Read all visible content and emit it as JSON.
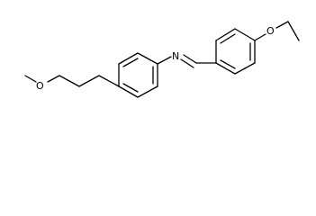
{
  "molecule": {
    "atoms": {
      "nitrogen": "N",
      "oxygen_ether_left": "O",
      "oxygen_ether_right": "O"
    },
    "colors": {
      "bond": "#000000",
      "label": "#000000",
      "background": "#ffffff"
    }
  }
}
